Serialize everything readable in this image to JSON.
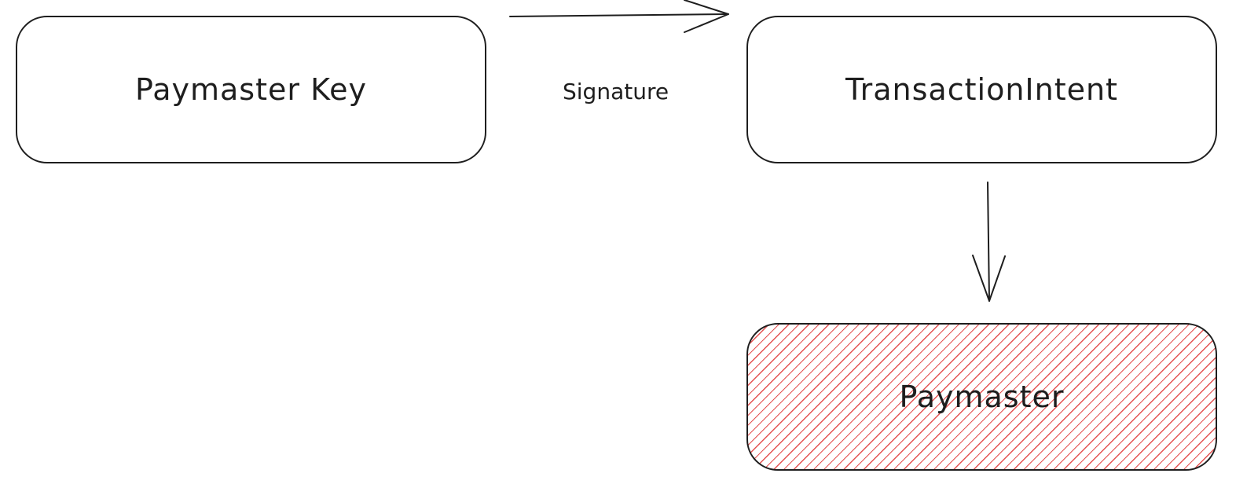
{
  "diagram": {
    "nodes": {
      "paymaster_key": {
        "label": "Paymaster Key"
      },
      "transaction_intent": {
        "label": "TransactionIntent"
      },
      "paymaster": {
        "label": "Paymaster",
        "fill_color": "#e03131",
        "fill_style": "hachure"
      }
    },
    "edges": [
      {
        "from": "paymaster_key",
        "to": "transaction_intent",
        "label": "Signature"
      },
      {
        "from": "transaction_intent",
        "to": "paymaster",
        "label": ""
      }
    ],
    "stroke_color": "#1e1e1e"
  }
}
